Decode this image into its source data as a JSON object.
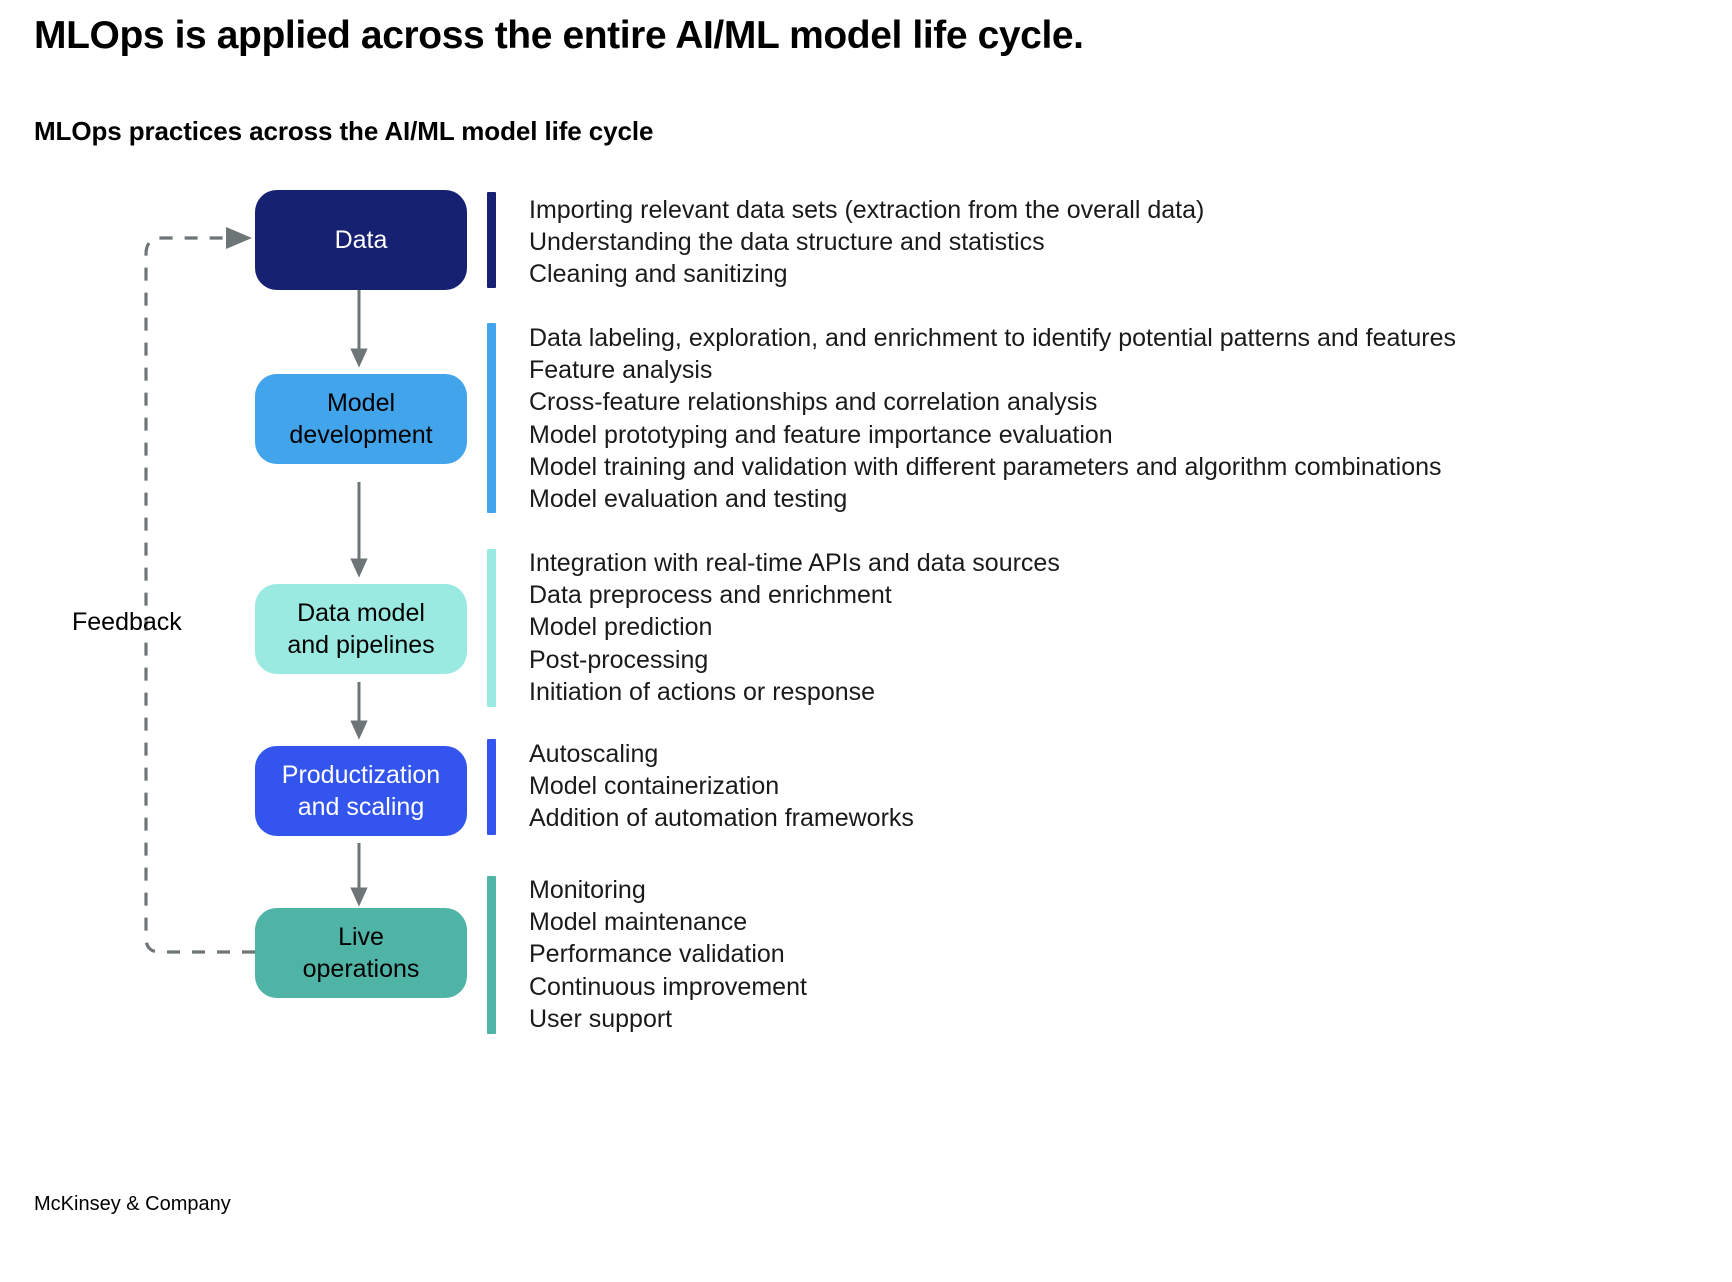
{
  "title": "MLOps is applied across the entire AI/ML model life cycle.",
  "subtitle": "MLOps practices across the AI/ML model life cycle",
  "footer": "McKinsey & Company",
  "feedback_label": "Feedback",
  "colors": {
    "stage1": "#172172",
    "stage2": "#42A5EC",
    "stage3": "#9AEAE2",
    "stage4": "#3355EE",
    "stage5": "#4FB3A5",
    "arrow": "#6E7577",
    "feedback_line": "#6E7577",
    "text_dark": "#000000",
    "text_light": "#FFFFFF"
  },
  "stages": [
    {
      "label": "Data",
      "label_lines": [
        "Data"
      ],
      "color": "#172172",
      "text_color": "#FFFFFF",
      "items": [
        "Importing relevant data sets (extraction from the overall data)",
        "Understanding the data structure and statistics",
        "Cleaning and sanitizing"
      ]
    },
    {
      "label": "Model development",
      "label_lines": [
        "Model",
        "development"
      ],
      "color": "#42A5EC",
      "text_color": "#000000",
      "items": [
        "Data labeling, exploration, and enrichment to identify potential patterns and features",
        "Feature analysis",
        "Cross-feature relationships and correlation analysis",
        "Model prototyping and feature importance evaluation",
        "Model training and validation with different parameters and algorithm combinations",
        "Model evaluation and testing"
      ]
    },
    {
      "label": "Data model and pipelines",
      "label_lines": [
        "Data model",
        "and pipelines"
      ],
      "color": "#9AEAE2",
      "text_color": "#000000",
      "items": [
        "Integration with real-time APIs and data sources",
        "Data preprocess and enrichment",
        "Model prediction",
        "Post-processing",
        "Initiation of actions or response"
      ]
    },
    {
      "label": "Productization and scaling",
      "label_lines": [
        "Productization",
        "and scaling"
      ],
      "color": "#3355EE",
      "text_color": "#FFFFFF",
      "items": [
        "Autoscaling",
        "Model containerization",
        "Addition of automation frameworks"
      ]
    },
    {
      "label": "Live operations",
      "label_lines": [
        "Live",
        "operations"
      ],
      "color": "#4FB3A5",
      "text_color": "#000000",
      "items": [
        "Monitoring",
        "Model maintenance",
        "Performance validation",
        "Continuous improvement",
        "User support"
      ]
    }
  ]
}
